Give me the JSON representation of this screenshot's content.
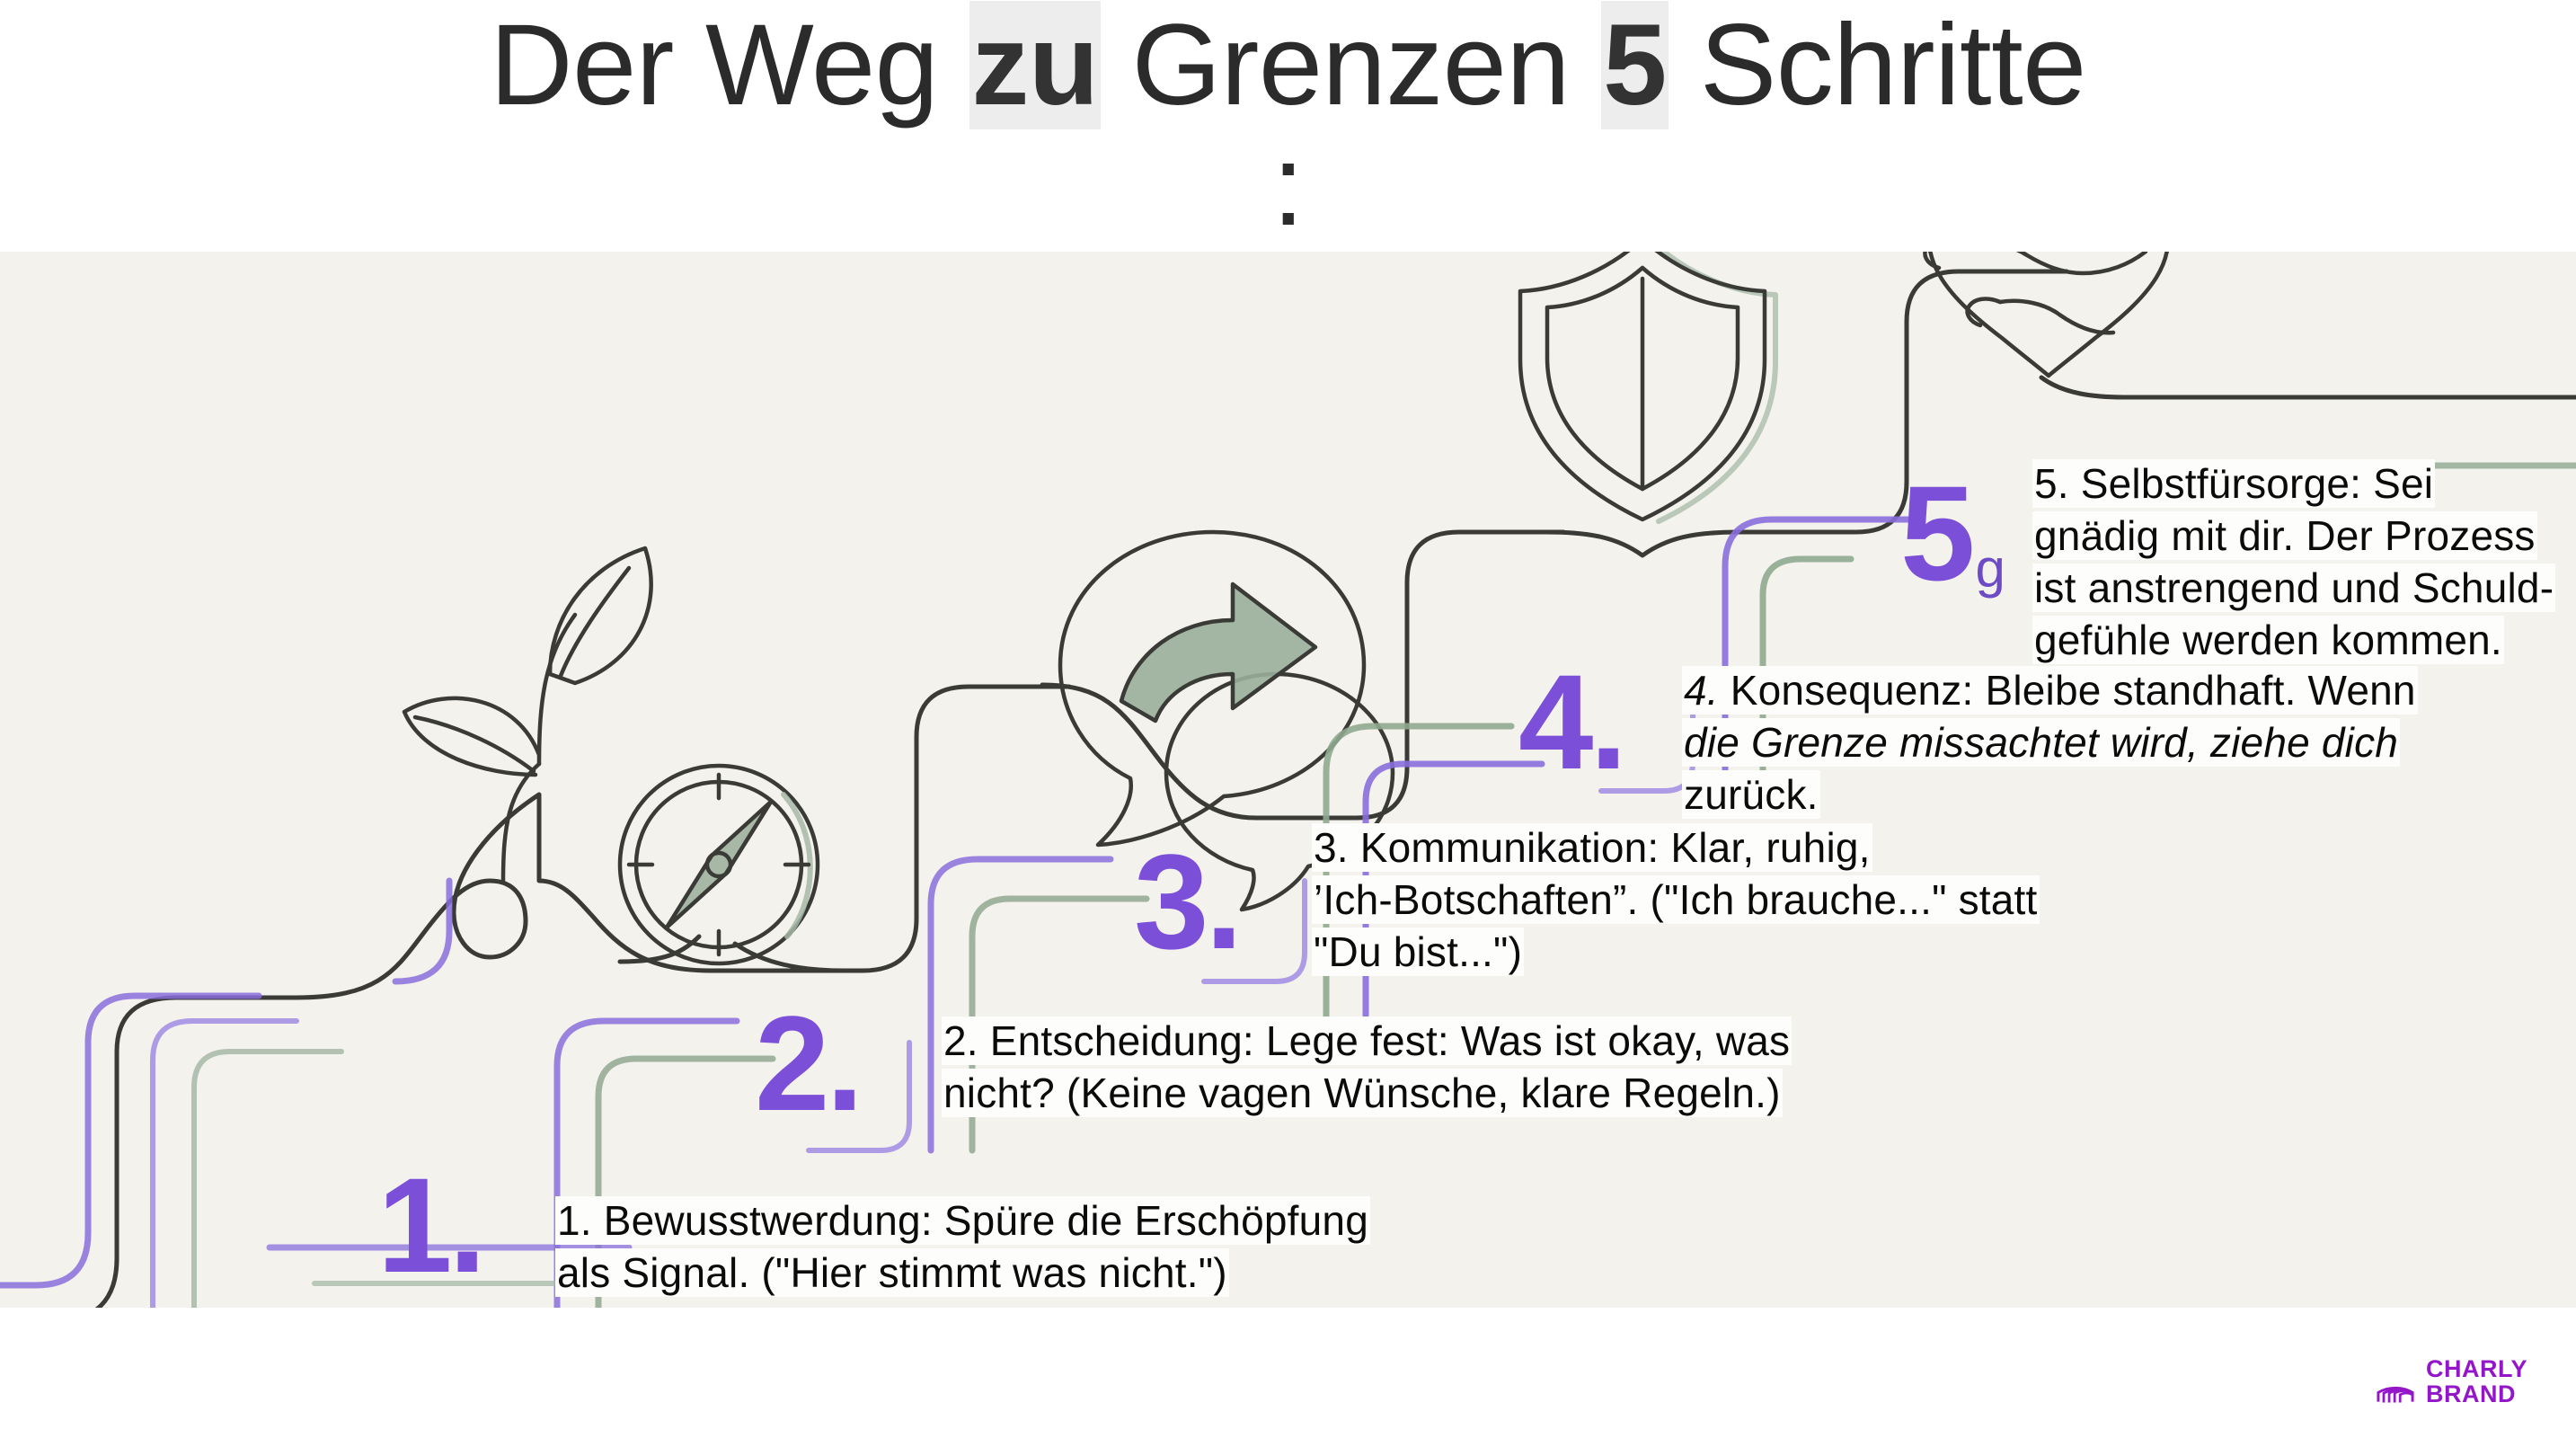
{
  "title": {
    "part1": "Der Weg ",
    "highlight1": "zu",
    "part2": " Grenzen ",
    "highlight2": "5",
    "part3": " Schritte",
    "line2": ":"
  },
  "colors": {
    "accent_purple": "#7b4fd8",
    "sage_green": "#8fa88f",
    "line_dark": "#3a3a36",
    "canvas_bg": "#f3f2ed",
    "page_bg": "#ffffff",
    "logo_purple": "#9416c9",
    "title_highlight_bg": "#ededed",
    "text_highlight_bg": "#fdfdfc"
  },
  "steps": [
    {
      "numeral": "1.",
      "icon": "plant-sprout-icon",
      "lines": [
        "1. Bewusstwerdung: Spüre die Erschöpfung",
        "als Signal. (\"Hier stimmt was nicht.\")"
      ]
    },
    {
      "numeral": "2.",
      "icon": "compass-icon",
      "lines": [
        "2. Entscheidung:  Lege fest: Was ist okay, was",
        "nicht? (Keine vagen Wünsche, klare Regeln.)"
      ]
    },
    {
      "numeral": "3.",
      "icon": "speech-bubbles-icon",
      "lines": [
        "3. Kommunikation: Klar, ruhig,",
        "’Ich-Botschaften”. (\"Ich brauche...\" statt",
        "\"Du bist...\")"
      ]
    },
    {
      "numeral": "4.",
      "icon": "shield-icon",
      "italic_lead": "4.",
      "lines": [
        " Konsequenz:  Bleibe standhaft. Wenn",
        "die Grenze missachtet wird, ziehe dich",
        "zurück."
      ]
    },
    {
      "numeral": "5",
      "numeral_ghost": "g",
      "icon": "heart-hands-icon",
      "lines": [
        "5. Selbstfürsorge: Sei",
        "gnädig mit dir. Der Prozess",
        "ist anstrengend und Schuld-",
        "gefühle werden kommen."
      ]
    }
  ],
  "logo": {
    "line1": "CHARLY",
    "line2": "BRAND"
  }
}
